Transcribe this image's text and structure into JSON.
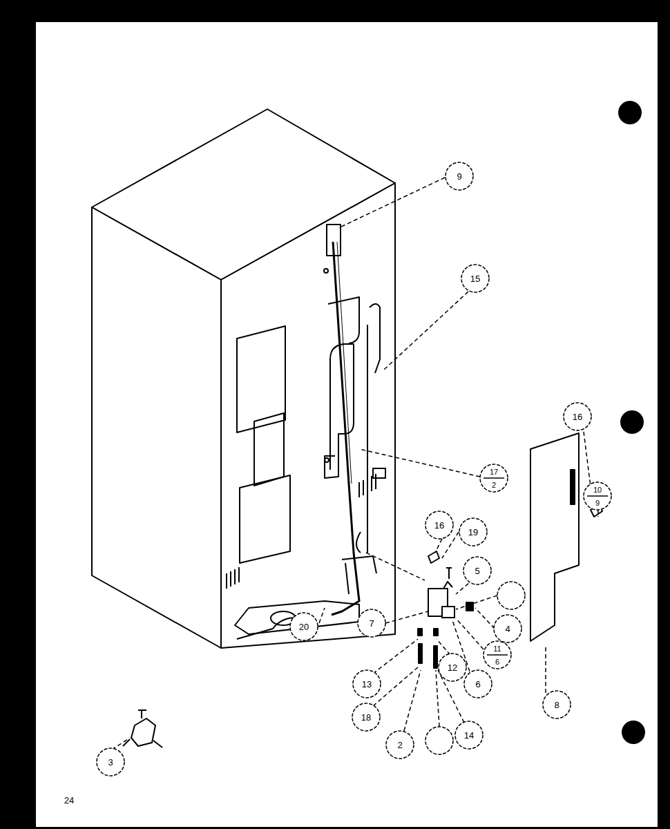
{
  "diagram": {
    "labels": [
      "9",
      "15",
      "16",
      "17",
      "2",
      "16",
      "19",
      "5",
      "7",
      "4",
      "11",
      "6",
      "20",
      "13",
      "12",
      "6",
      "8",
      "18",
      "2",
      "14",
      "3",
      "10",
      "9",
      "24"
    ]
  }
}
